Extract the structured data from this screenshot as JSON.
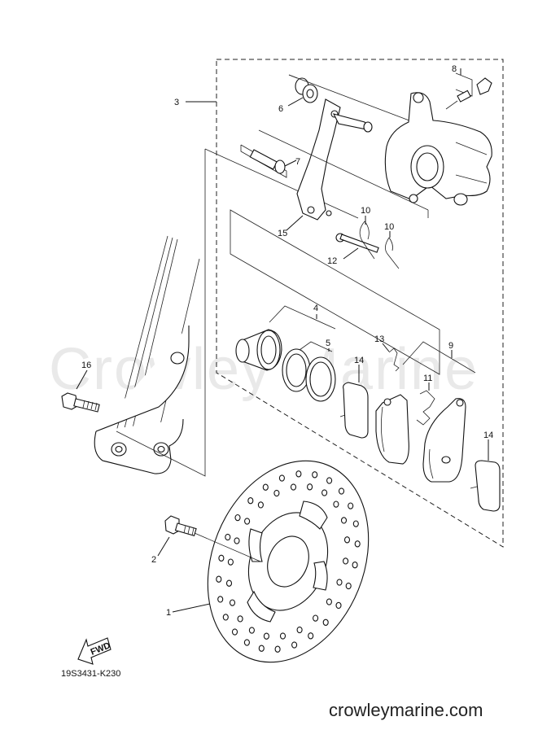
{
  "diagram": {
    "watermark": "Crowley Marine",
    "drawing_code": "19S3431-K230",
    "website": "crowleymarine.com",
    "fwd_label": "FWD",
    "callouts": {
      "c1": "1",
      "c2": "2",
      "c3": "3",
      "c4": "4",
      "c5": "5",
      "c6": "6",
      "c7": "7",
      "c8": "8",
      "c9": "9",
      "c10a": "10",
      "c10b": "10",
      "c11": "11",
      "c12": "12",
      "c13": "13",
      "c14a": "14",
      "c14b": "14",
      "c15": "15",
      "c16": "16"
    }
  }
}
